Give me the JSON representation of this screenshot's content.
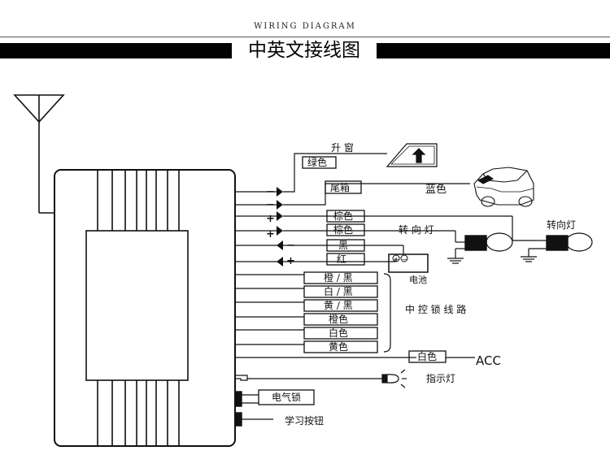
{
  "header": {
    "subtitle": "WIRING DIAGRAM",
    "title": "中英文接线图"
  },
  "wires_top": {
    "window": "升 窗",
    "green": "绿色",
    "trunk": "尾箱",
    "blue": "蓝色",
    "brown1": "棕色",
    "brown2": "棕色",
    "turn_light": "转 向 灯",
    "turn_light_right": "转向灯",
    "black": "黑",
    "red": "红",
    "battery": "电池"
  },
  "central_lock": {
    "wires": [
      "橙 / 黑",
      "白 / 黑",
      "黄 / 黑",
      "橙色",
      "白色",
      "黄色"
    ],
    "label": "中 控 锁 线 路"
  },
  "bottom": {
    "white": "白色",
    "acc": "ACC",
    "indicator": "指示灯",
    "electric_lock": "电气锁",
    "learn_button": "学习按钮"
  },
  "signs": {
    "minus": "−",
    "plus": "+"
  },
  "colors": {
    "ink": "#111111",
    "background": "#ffffff"
  }
}
